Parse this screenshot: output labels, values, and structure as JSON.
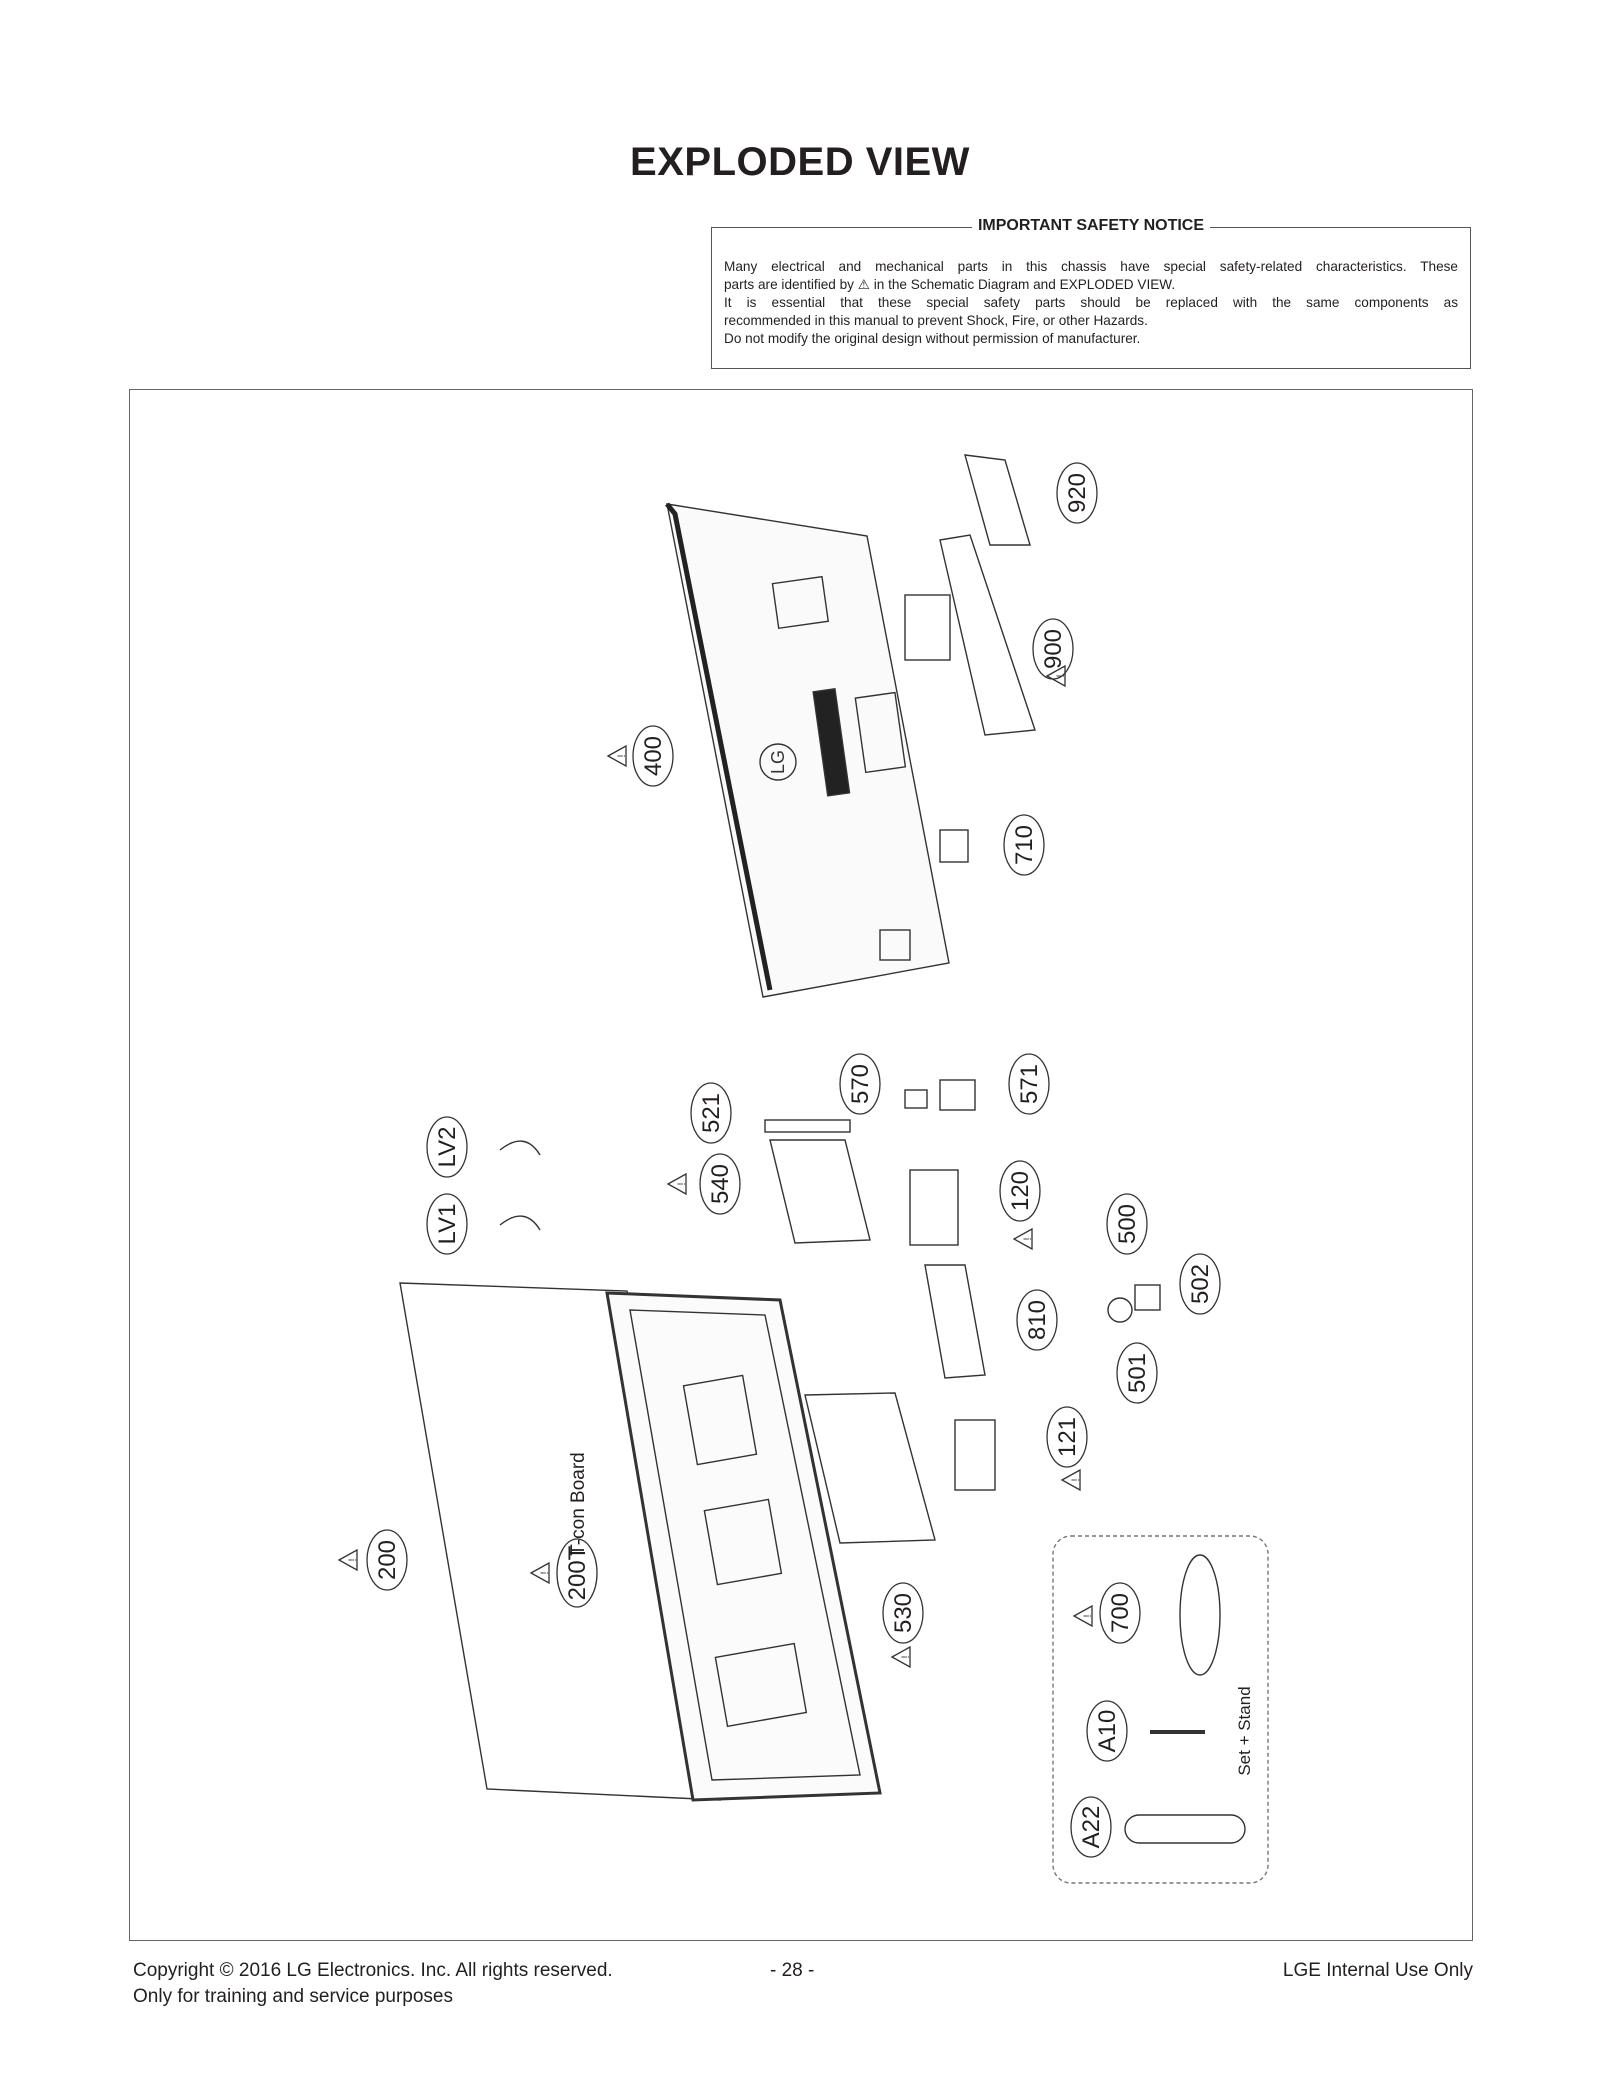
{
  "title": "EXPLODED VIEW",
  "safety_notice": {
    "heading": "IMPORTANT SAFETY NOTICE",
    "lines": [
      "Many electrical and mechanical parts in this chassis have special safety-related characteristics. These",
      "parts are identified by ⚠ in the Schematic Diagram and EXPLODED VIEW.",
      "It is essential that these special safety parts should be replaced with the same components as",
      "recommended in this manual to prevent Shock, Fire, or other Hazards.",
      "Do not modify the original design without permission of manufacturer."
    ]
  },
  "diagram": {
    "parts": [
      {
        "id": "920",
        "safety": false
      },
      {
        "id": "900",
        "safety": true
      },
      {
        "id": "400",
        "safety": true
      },
      {
        "id": "710",
        "safety": false
      },
      {
        "id": "570",
        "safety": false
      },
      {
        "id": "571",
        "safety": false
      },
      {
        "id": "521",
        "safety": false
      },
      {
        "id": "LV2",
        "safety": false
      },
      {
        "id": "540",
        "safety": true
      },
      {
        "id": "120",
        "safety": true
      },
      {
        "id": "LV1",
        "safety": false
      },
      {
        "id": "500",
        "safety": false
      },
      {
        "id": "502",
        "safety": false
      },
      {
        "id": "810",
        "safety": false
      },
      {
        "id": "501",
        "safety": false
      },
      {
        "id": "121",
        "safety": true
      },
      {
        "id": "200",
        "safety": true
      },
      {
        "id": "200T",
        "safety": true
      },
      {
        "id": "530",
        "safety": true
      },
      {
        "id": "700",
        "safety": true
      },
      {
        "id": "A10",
        "safety": false
      },
      {
        "id": "A22",
        "safety": false
      }
    ],
    "tcon_label": "T-con Board",
    "accessory_group_label": "Set + Stand",
    "logo_text": "LG"
  },
  "footer": {
    "copyright": "Copyright  © 2016 LG Electronics. Inc. All rights reserved.",
    "purpose": "Only for training and service purposes",
    "page": "- 28 -",
    "classification": "LGE Internal Use Only"
  }
}
